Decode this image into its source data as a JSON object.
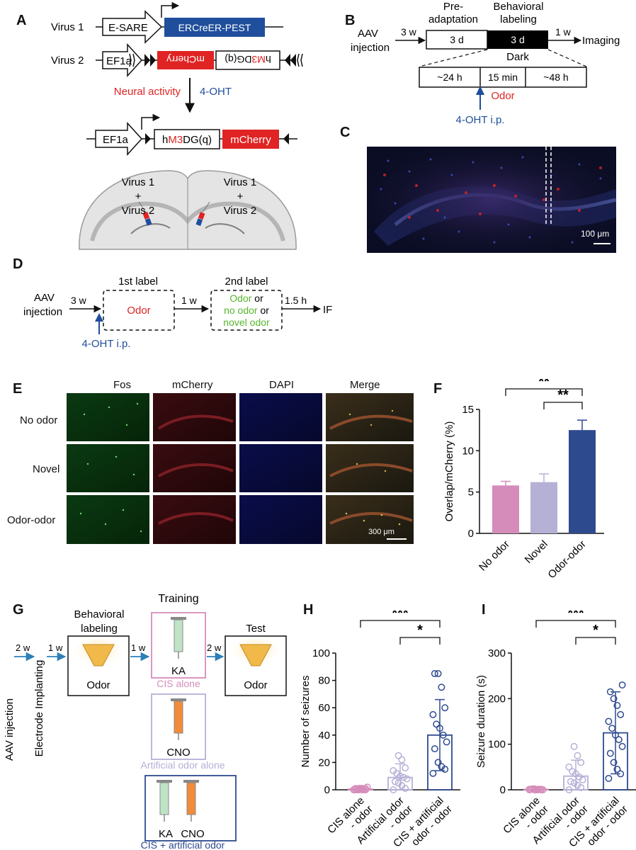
{
  "panels": {
    "A": "A",
    "B": "B",
    "C": "C",
    "D": "D",
    "E": "E",
    "F": "F",
    "G": "G",
    "H": "H",
    "I": "I"
  },
  "colors": {
    "red": "#e02323",
    "blue": "#1f4e9c",
    "green": "#55b72d",
    "pink": "#d58cba",
    "lavender": "#b5b0d6",
    "navy": "#2e4a8f"
  },
  "panelA": {
    "virus1": "Virus 1",
    "virus2": "Virus 2",
    "esare": "E-SARE",
    "ercreer": "ERCreER-PEST",
    "ef1a": "EF1a",
    "mcherry": "mCherry",
    "hm3dgq_pre": "h",
    "hm3dgq_m3": "M3",
    "hm3dgq_post": "DG(q)",
    "neural_activity": "Neural activity",
    "oht": "4-OHT",
    "brain_left_line1": "Virus 1",
    "brain_left_plus": "+",
    "brain_left_line2": "Virus 2",
    "brain_right_line1": "Virus 1",
    "brain_right_plus": "+",
    "brain_right_line2": "Virus 2"
  },
  "panelB": {
    "aav1": "AAV",
    "aav2": "injection",
    "three_w": "3 w",
    "pre1": "Pre-",
    "pre2": "adaptation",
    "beh1": "Behavioral",
    "beh2": "labeling",
    "three_d_a": "3 d",
    "three_d_b": "3 d",
    "one_w": "1 w",
    "imaging": "Imaging",
    "dark": "Dark",
    "h24": "~24 h",
    "min15": "15 min",
    "h48": "~48 h",
    "odor": "Odor",
    "oht_ip": "4-OHT i.p."
  },
  "panelC": {
    "scale": "100 μm"
  },
  "panelD": {
    "aav1": "AAV",
    "aav2": "injection",
    "three_w": "3 w",
    "first_label": "1st label",
    "odor": "Odor",
    "one_w": "1 w",
    "second_label": "2nd label",
    "odor_or": "Odor",
    "or1": " or",
    "no_odor": "no odor",
    "or2": " or",
    "novel_odor": "novel odor",
    "h15": "1.5 h",
    "if": "IF",
    "oht_ip": "4-OHT i.p."
  },
  "panelE": {
    "columns": [
      "Fos",
      "mCherry",
      "DAPI",
      "Merge"
    ],
    "rows": [
      "No odor",
      "Novel",
      "Odor-odor"
    ],
    "scale": "300 μm"
  },
  "panelG": {
    "aav": "AAV injection",
    "electrode": "Electrode Implanting",
    "two_w_a": "2 w",
    "one_w_a": "1 w",
    "one_w_b": "1 w",
    "two_w_b": "2 w",
    "behavioral1": "Behavioral",
    "behavioral2": "labeling",
    "odor_box1": "Odor",
    "training": "Training",
    "ka": "KA",
    "cis_alone": "CIS alone",
    "cno": "CNO",
    "artificial_alone": "Artificial odor alone",
    "ka2": "KA",
    "cno2": "CNO",
    "cis_artificial": "CIS + artificial odor",
    "test": "Test",
    "odor_box2": "Odor"
  },
  "chart_data": [
    {
      "type": "bar",
      "id": "F",
      "categories": [
        "No odor",
        "Novel",
        "Odor-odor"
      ],
      "values": [
        5.8,
        6.2,
        12.5
      ],
      "errors": [
        0.5,
        1.0,
        1.2
      ],
      "ylabel": "Overlap/mCherry (%)",
      "ylim": [
        0,
        15
      ],
      "yticks": [
        0,
        5,
        10,
        15
      ],
      "significance": [
        {
          "pair": [
            0,
            2
          ],
          "label": "**"
        },
        {
          "pair": [
            1,
            2
          ],
          "label": "**"
        }
      ]
    },
    {
      "type": "bar",
      "id": "H",
      "categories": [
        "CIS alone - odor",
        "Artificial odor - odor",
        "CIS + artificial odor - odor"
      ],
      "category_lines": [
        [
          "CIS alone",
          "- odor"
        ],
        [
          "Artificial odor",
          "- odor"
        ],
        [
          "CIS + artificial",
          "odor - odor"
        ]
      ],
      "values": [
        0.5,
        9,
        40
      ],
      "errors": [
        0.5,
        10,
        26
      ],
      "points": [
        [
          0,
          0,
          1,
          0,
          1,
          2,
          0,
          1,
          0,
          0,
          1,
          0,
          1,
          0
        ],
        [
          0,
          1,
          3,
          5,
          6,
          8,
          9,
          10,
          12,
          14,
          16,
          22,
          25
        ],
        [
          12,
          15,
          17,
          20,
          30,
          35,
          40,
          45,
          48,
          55,
          60,
          75,
          85,
          85
        ]
      ],
      "ylabel": "Number of seizures",
      "ylim": [
        0,
        100
      ],
      "yticks": [
        0,
        20,
        40,
        60,
        80,
        100
      ],
      "significance": [
        {
          "pair": [
            0,
            2
          ],
          "label": "***"
        },
        {
          "pair": [
            1,
            2
          ],
          "label": "*"
        }
      ]
    },
    {
      "type": "bar",
      "id": "I",
      "categories": [
        "CIS alone - odor",
        "Artificial odor - odor",
        "CIS + artificial odor - odor"
      ],
      "category_lines": [
        [
          "CIS alone",
          "- odor"
        ],
        [
          "Artificial odor",
          "- odor"
        ],
        [
          "CIS + artificial",
          "odor - odor"
        ]
      ],
      "values": [
        1,
        30,
        125
      ],
      "errors": [
        1,
        35,
        90
      ],
      "points": [
        [
          0,
          1,
          0,
          2,
          1,
          0,
          1,
          0,
          2,
          1,
          0,
          1,
          0,
          1
        ],
        [
          0,
          5,
          10,
          15,
          18,
          22,
          28,
          35,
          40,
          50,
          60,
          75,
          95
        ],
        [
          25,
          35,
          45,
          60,
          80,
          95,
          110,
          120,
          135,
          150,
          165,
          185,
          200,
          215,
          230
        ]
      ],
      "ylabel": "Seizure duration (s)",
      "ylim": [
        0,
        300
      ],
      "yticks": [
        0,
        100,
        200,
        300
      ],
      "significance": [
        {
          "pair": [
            0,
            2
          ],
          "label": "***"
        },
        {
          "pair": [
            1,
            2
          ],
          "label": "*"
        }
      ]
    }
  ]
}
